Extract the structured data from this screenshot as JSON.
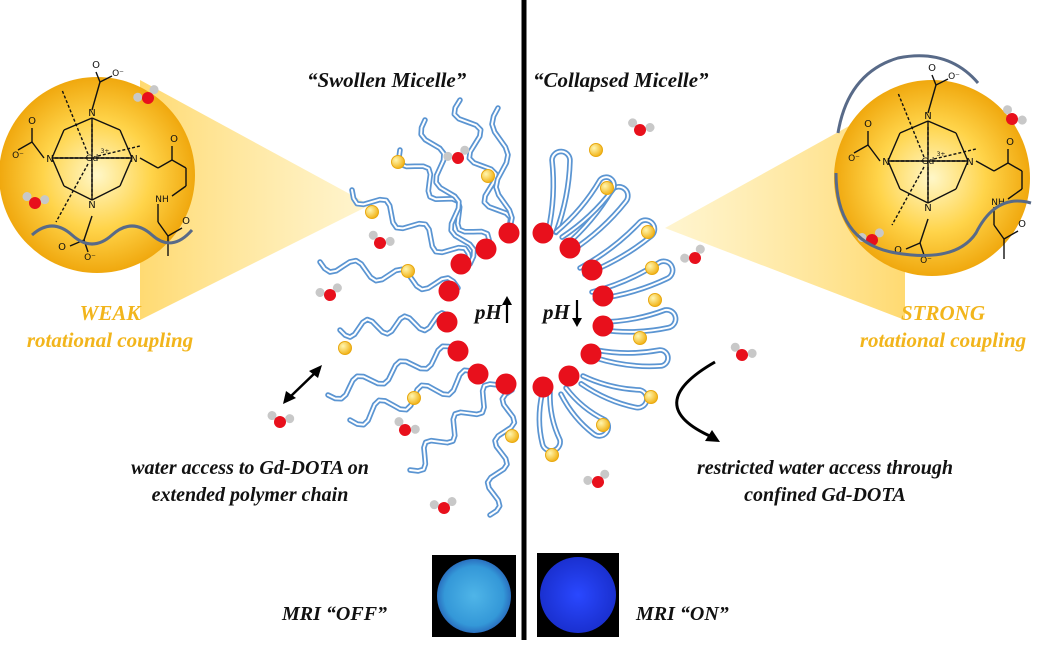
{
  "titles": {
    "left": "“Swollen Micelle”",
    "right": "“Collapsed Micelle”"
  },
  "left_panel": {
    "coupling_strength": "WEAK",
    "coupling_text": "rotational coupling",
    "caption_line1": "water access to Gd-DOTA on",
    "caption_line2": "extended polymer chain",
    "ph_label": "pH",
    "ph_arrow": "↑",
    "mri_label": "MRI “OFF”"
  },
  "right_panel": {
    "coupling_strength": "STRONG",
    "coupling_text": "rotational coupling",
    "caption_line1": "restricted water access through",
    "caption_line2": "confined Gd-DOTA",
    "ph_label": "pH",
    "ph_arrow": "↓",
    "mri_label": "MRI “ON”"
  },
  "chem": {
    "n": "N",
    "gd": "Gd",
    "gd_charge": "3+",
    "o": "O",
    "o_minus": "O⁻",
    "nh": "NH",
    "h": "H"
  },
  "colors": {
    "gold": "#f2b51c",
    "core_red": "#e8101c",
    "chain_blue": "#5b95d2",
    "mri_off": "#3ea6e0",
    "mri_on": "#1f3ff0"
  }
}
